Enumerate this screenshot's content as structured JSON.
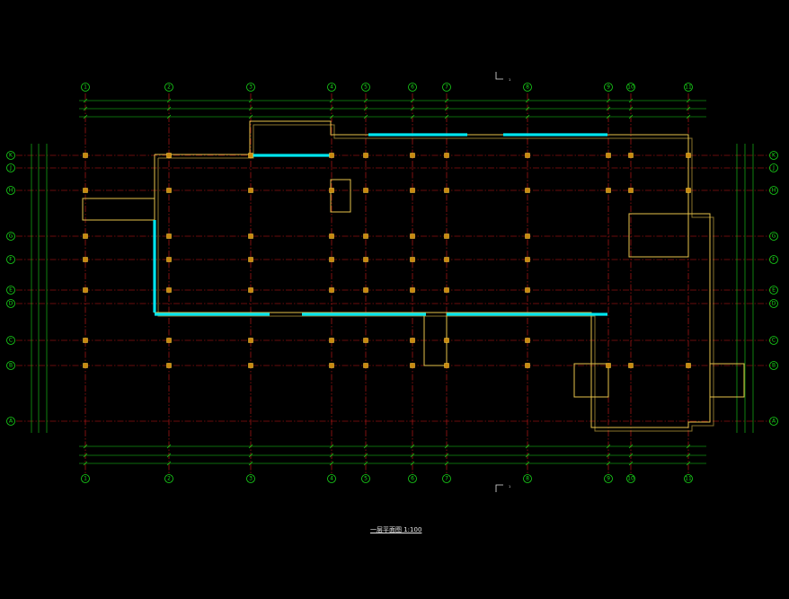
{
  "drawing_title": "一层平面图 1:100",
  "column_axes": [
    "1",
    "2",
    "3",
    "4",
    "5",
    "6",
    "7",
    "8",
    "9",
    "10",
    "11"
  ],
  "row_axes": [
    "K",
    "J",
    "H",
    "G",
    "F",
    "E",
    "D",
    "C",
    "B",
    "A"
  ],
  "section_mark": "1",
  "legend_lines": [
    "",
    "",
    "",
    "",
    "",
    "",
    ""
  ],
  "colors": {
    "axis_bubble": "#19d619",
    "axis_line": "#d21a1a",
    "wall": "#e6c24a",
    "glass_curtain": "#00e5ee",
    "column": "#c98a0e",
    "background": "#000000"
  }
}
